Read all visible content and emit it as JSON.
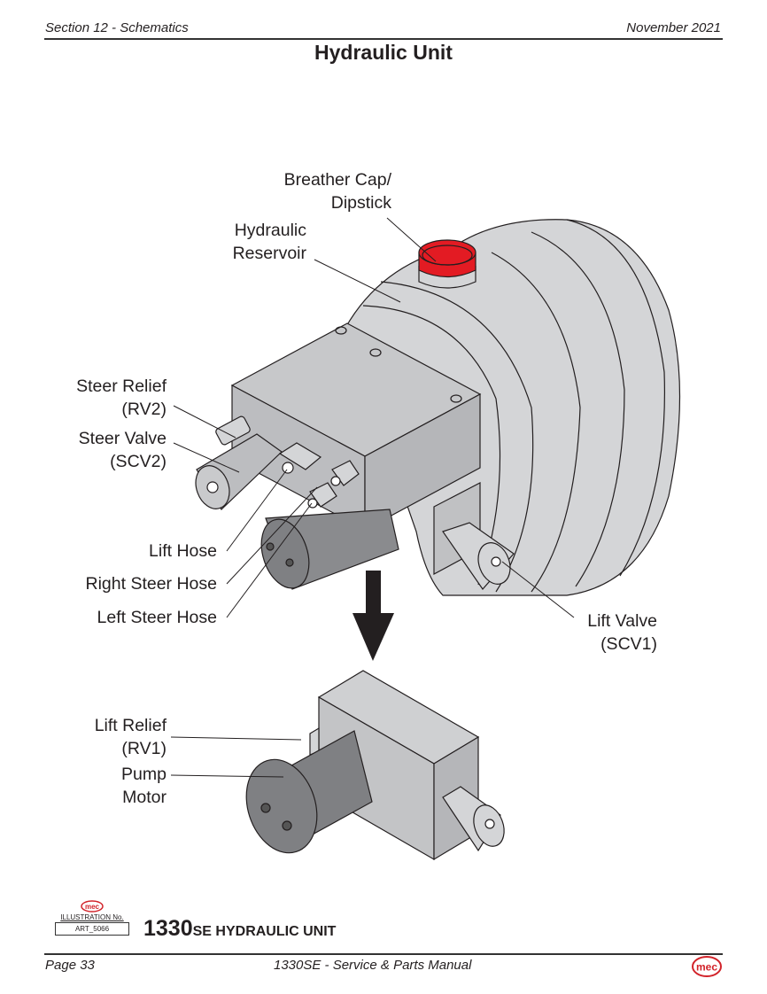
{
  "header": {
    "section": "Section 12 - Schematics",
    "date": "November 2021"
  },
  "page_title": "Hydraulic Unit",
  "callouts": {
    "breather_cap": [
      "Breather Cap/",
      "Dipstick"
    ],
    "hydraulic_reservoir": [
      "Hydraulic",
      "Reservoir"
    ],
    "steer_relief": [
      "Steer Relief",
      "(RV2)"
    ],
    "steer_valve": [
      "Steer Valve",
      "(SCV2)"
    ],
    "lift_hose": "Lift Hose",
    "right_steer_hose": "Right Steer Hose",
    "left_steer_hose": "Left Steer Hose",
    "lift_valve": [
      "Lift Valve",
      "(SCV1)"
    ],
    "lift_relief": [
      "Lift Relief",
      "(RV1)"
    ],
    "pump_motor": [
      "Pump",
      "Motor"
    ]
  },
  "illustration": {
    "logo": "mec",
    "label": "ILLUSTRATION No.",
    "number": "ART_5066"
  },
  "figure_caption": {
    "model": "1330",
    "rest": "SE HYDRAULIC UNIT"
  },
  "footer": {
    "page": "Page 33",
    "manual": "1330SE - Service & Parts Manual",
    "logo": "mec"
  },
  "colors": {
    "cap_red": "#e31b23",
    "brand_red": "#d2232a",
    "body_gray": "#d4d5d7",
    "block_gray": "#c0c1c3",
    "motor_gray": "#7f8083"
  }
}
